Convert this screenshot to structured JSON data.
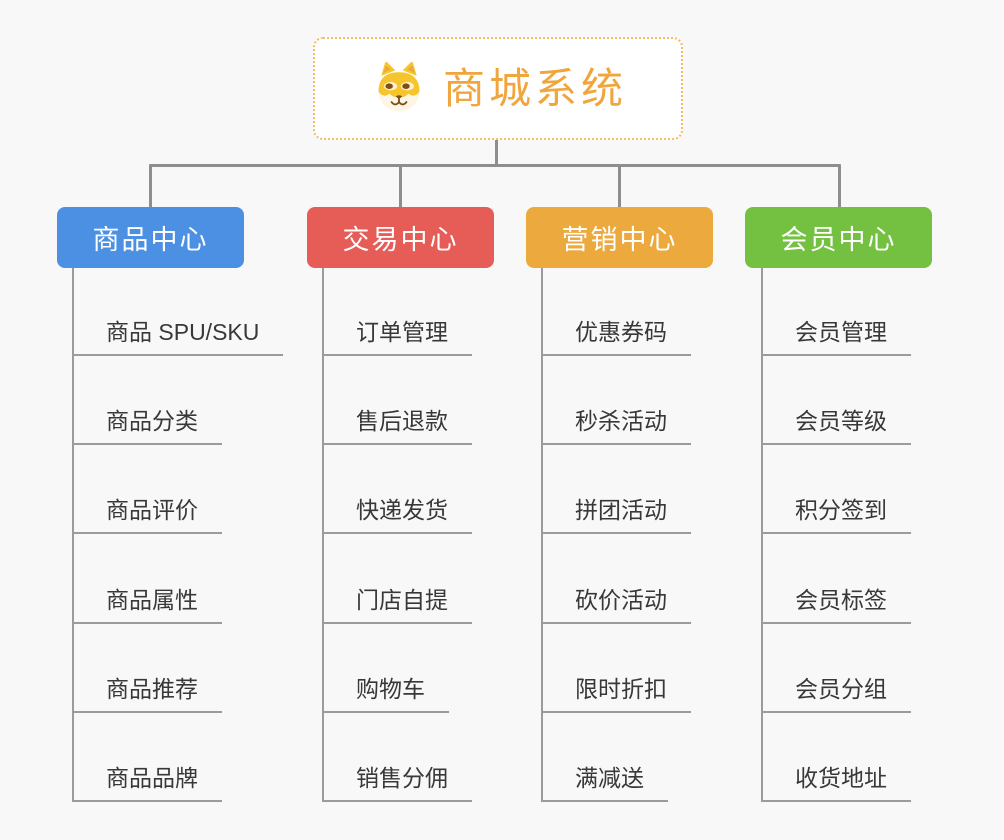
{
  "root": {
    "label": "商城系统",
    "icon": "dog-face-icon",
    "text_color": "#f0a63c",
    "border_color": "#f3bd63"
  },
  "branches": [
    {
      "label": "商品中心",
      "color": "#4b90e2",
      "children": [
        "商品 SPU/SKU",
        "商品分类",
        "商品评价",
        "商品属性",
        "商品推荐",
        "商品品牌"
      ]
    },
    {
      "label": "交易中心",
      "color": "#e65c56",
      "children": [
        "订单管理",
        "售后退款",
        "快递发货",
        "门店自提",
        "购物车",
        "销售分佣"
      ]
    },
    {
      "label": "营销中心",
      "color": "#eca93d",
      "children": [
        "优惠券码",
        "秒杀活动",
        "拼团活动",
        "砍价活动",
        "限时折扣",
        "满减送"
      ]
    },
    {
      "label": "会员中心",
      "color": "#74c041",
      "children": [
        "会员管理",
        "会员等级",
        "积分签到",
        "会员标签",
        "会员分组",
        "收货地址"
      ]
    }
  ],
  "colors": {
    "background": "#f8f8f8",
    "connector": "#8e8e8e",
    "underline": "#9b9b9b",
    "child_text": "#383838",
    "node_text": "#ffffff"
  }
}
